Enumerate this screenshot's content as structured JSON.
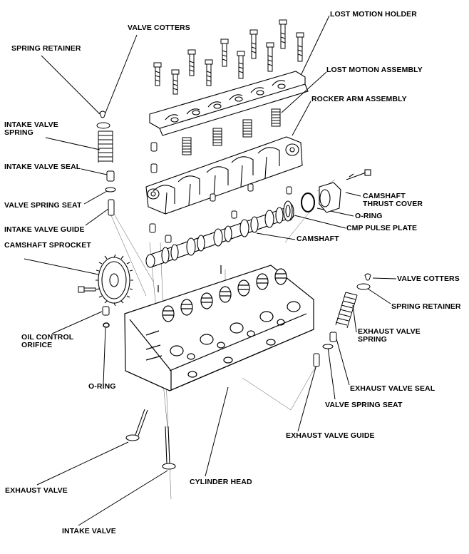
{
  "labels": {
    "valve_cotters_top": "VALVE COTTERS",
    "lost_motion_holder": "LOST MOTION HOLDER",
    "spring_retainer_top": "SPRING RETAINER",
    "lost_motion_assembly": "LOST MOTION ASSEMBLY",
    "rocker_arm_assembly": "ROCKER ARM ASSEMBLY",
    "intake_valve_spring_1": "INTAKE VALVE",
    "intake_valve_spring_2": "SPRING",
    "intake_valve_seal": "INTAKE VALVE SEAL",
    "valve_spring_seat_left": "VALVE SPRING SEAT",
    "intake_valve_guide": "INTAKE VALVE GUIDE",
    "camshaft_thrust_cover_1": "CAMSHAFT",
    "camshaft_thrust_cover_2": "THRUST COVER",
    "o_ring_right": "O-RING",
    "cmp_pulse_plate": "CMP PULSE PLATE",
    "camshaft": "CAMSHAFT",
    "camshaft_sprocket": "CAMSHAFT SPROCKET",
    "valve_cotters_right": "VALVE COTTERS",
    "spring_retainer_right": "SPRING RETAINER",
    "exhaust_valve_spring_1": "EXHAUST VALVE",
    "exhaust_valve_spring_2": "SPRING",
    "oil_control_orifice_1": "OIL CONTROL",
    "oil_control_orifice_2": "ORIFICE",
    "exhaust_valve_seal": "EXHAUST VALVE SEAL",
    "o_ring_left": "O-RING",
    "valve_spring_seat_right": "VALVE SPRING SEAT",
    "exhaust_valve_guide": "EXHAUST VALVE GUIDE",
    "cylinder_head": "CYLINDER HEAD",
    "exhaust_valve": "EXHAUST VALVE",
    "intake_valve": "INTAKE VALVE"
  },
  "colors": {
    "ink": "#000000",
    "background": "#ffffff",
    "shade": "#e8e8e8"
  }
}
